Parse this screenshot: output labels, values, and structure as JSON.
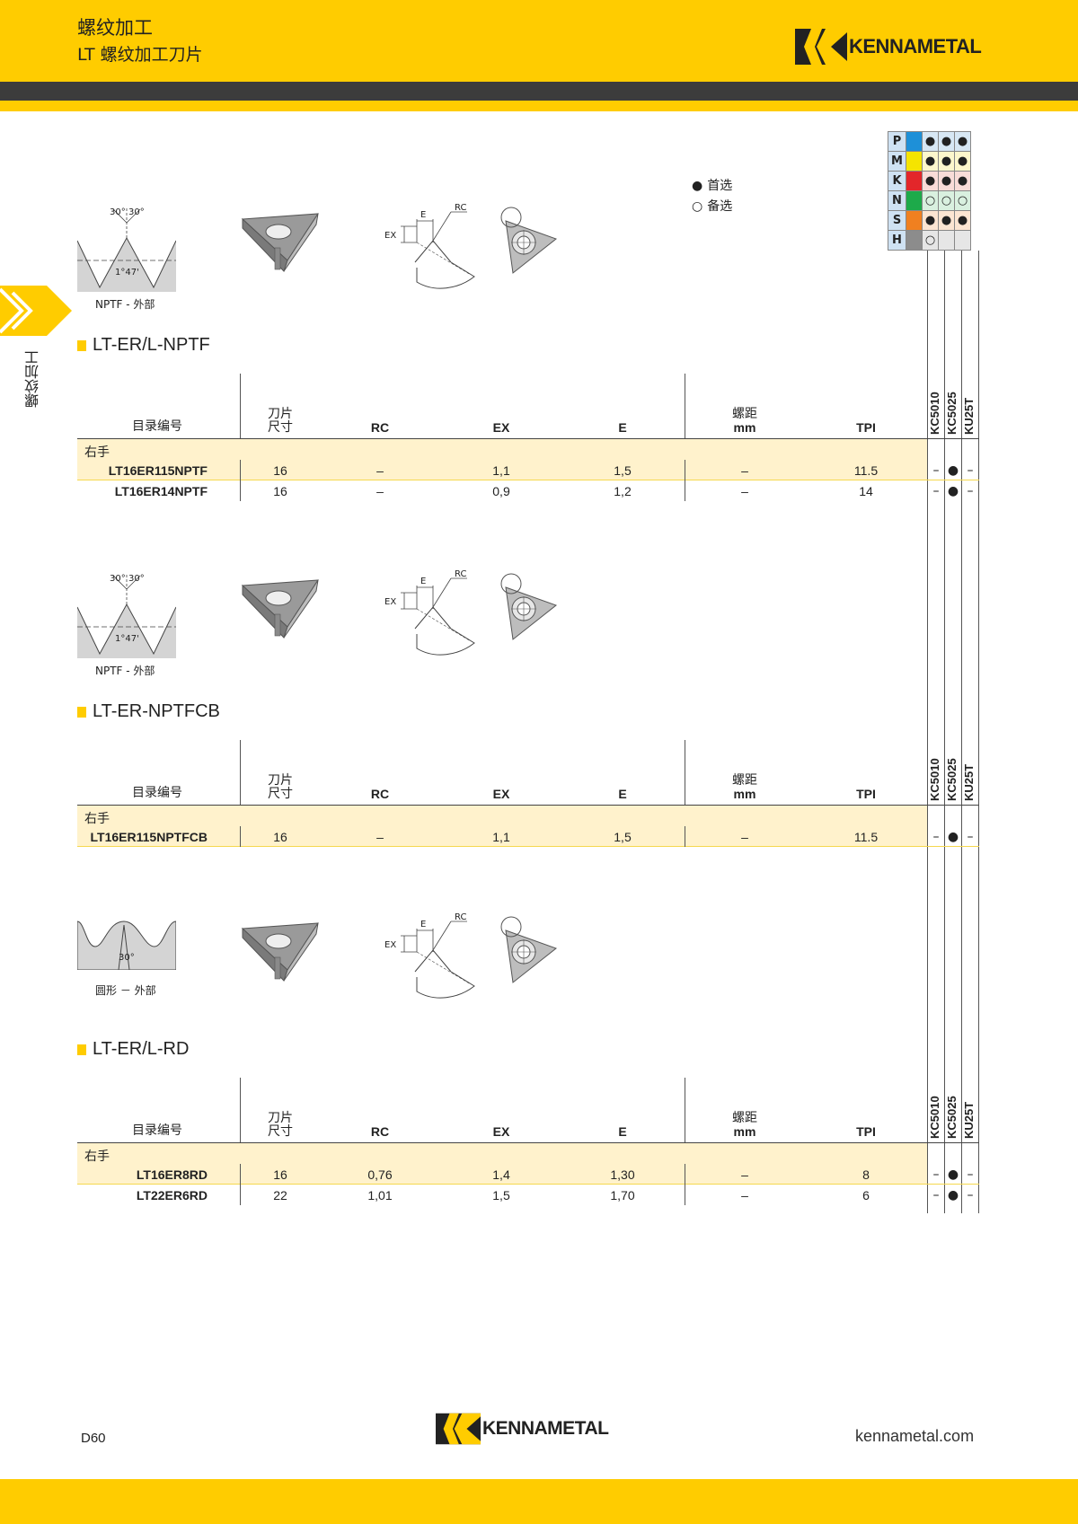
{
  "header": {
    "title": "螺纹加工",
    "subtitle": "LT 螺纹加工刀片",
    "brand": "KENNAMETAL"
  },
  "side_tab": "螺纹加工",
  "legend": {
    "preferred": "首选",
    "alternate": "备选"
  },
  "materials": [
    {
      "label": "P",
      "color": "#1E90D8",
      "marks": [
        "●",
        "●",
        "●"
      ]
    },
    {
      "label": "M",
      "color": "#F5E400",
      "marks": [
        "●",
        "●",
        "●"
      ]
    },
    {
      "label": "K",
      "color": "#E3262A",
      "marks": [
        "●",
        "●",
        "●"
      ]
    },
    {
      "label": "N",
      "color": "#1DAA4A",
      "marks": [
        "○",
        "○",
        "○"
      ]
    },
    {
      "label": "S",
      "color": "#F08020",
      "marks": [
        "●",
        "●",
        "●"
      ]
    },
    {
      "label": "H",
      "color": "#8C8C8C",
      "marks": [
        "○",
        "",
        ""
      ]
    }
  ],
  "grades": [
    "KC5010",
    "KC5025",
    "KU25T"
  ],
  "columns": {
    "catalog": "目录编号",
    "size_line1": "刀片",
    "size_line2": "尺寸",
    "rc": "RC",
    "ex": "EX",
    "e": "E",
    "pitch_line1": "螺距",
    "pitch_line2": "mm",
    "tpi": "TPI"
  },
  "diagram_labels": {
    "angle_a": "30°",
    "angle_b": "30°",
    "taper": "1°47'",
    "e": "E",
    "rc": "RC",
    "ex": "EX",
    "rd_angle": "30°"
  },
  "sections": [
    {
      "title": "LT-ER/L-NPTF",
      "caption": "NPTF - 外部",
      "hand": "右手",
      "rows": [
        {
          "catalog": "LT16ER115NPTF",
          "size": "16",
          "rc": "–",
          "ex": "1,1",
          "e": "1,5",
          "pitch": "–",
          "tpi": "11.5",
          "g": [
            "–",
            "●",
            "–"
          ]
        },
        {
          "catalog": "LT16ER14NPTF",
          "size": "16",
          "rc": "–",
          "ex": "0,9",
          "e": "1,2",
          "pitch": "–",
          "tpi": "14",
          "g": [
            "–",
            "●",
            "–"
          ]
        }
      ]
    },
    {
      "title": "LT-ER-NPTFCB",
      "caption": "NPTF - 外部",
      "hand": "右手",
      "rows": [
        {
          "catalog": "LT16ER115NPTFCB",
          "size": "16",
          "rc": "–",
          "ex": "1,1",
          "e": "1,5",
          "pitch": "–",
          "tpi": "11.5",
          "g": [
            "–",
            "●",
            "–"
          ]
        }
      ]
    },
    {
      "title": "LT-ER/L-RD",
      "caption": "圆形 － 外部",
      "hand": "右手",
      "rows": [
        {
          "catalog": "LT16ER8RD",
          "size": "16",
          "rc": "0,76",
          "ex": "1,4",
          "e": "1,30",
          "pitch": "–",
          "tpi": "8",
          "g": [
            "–",
            "●",
            "–"
          ]
        },
        {
          "catalog": "LT22ER6RD",
          "size": "22",
          "rc": "1,01",
          "ex": "1,5",
          "e": "1,70",
          "pitch": "–",
          "tpi": "6",
          "g": [
            "–",
            "●",
            "–"
          ]
        }
      ]
    }
  ],
  "footer": {
    "page": "D60",
    "website": "kennametal.com",
    "brand": "KENNAMETAL"
  }
}
